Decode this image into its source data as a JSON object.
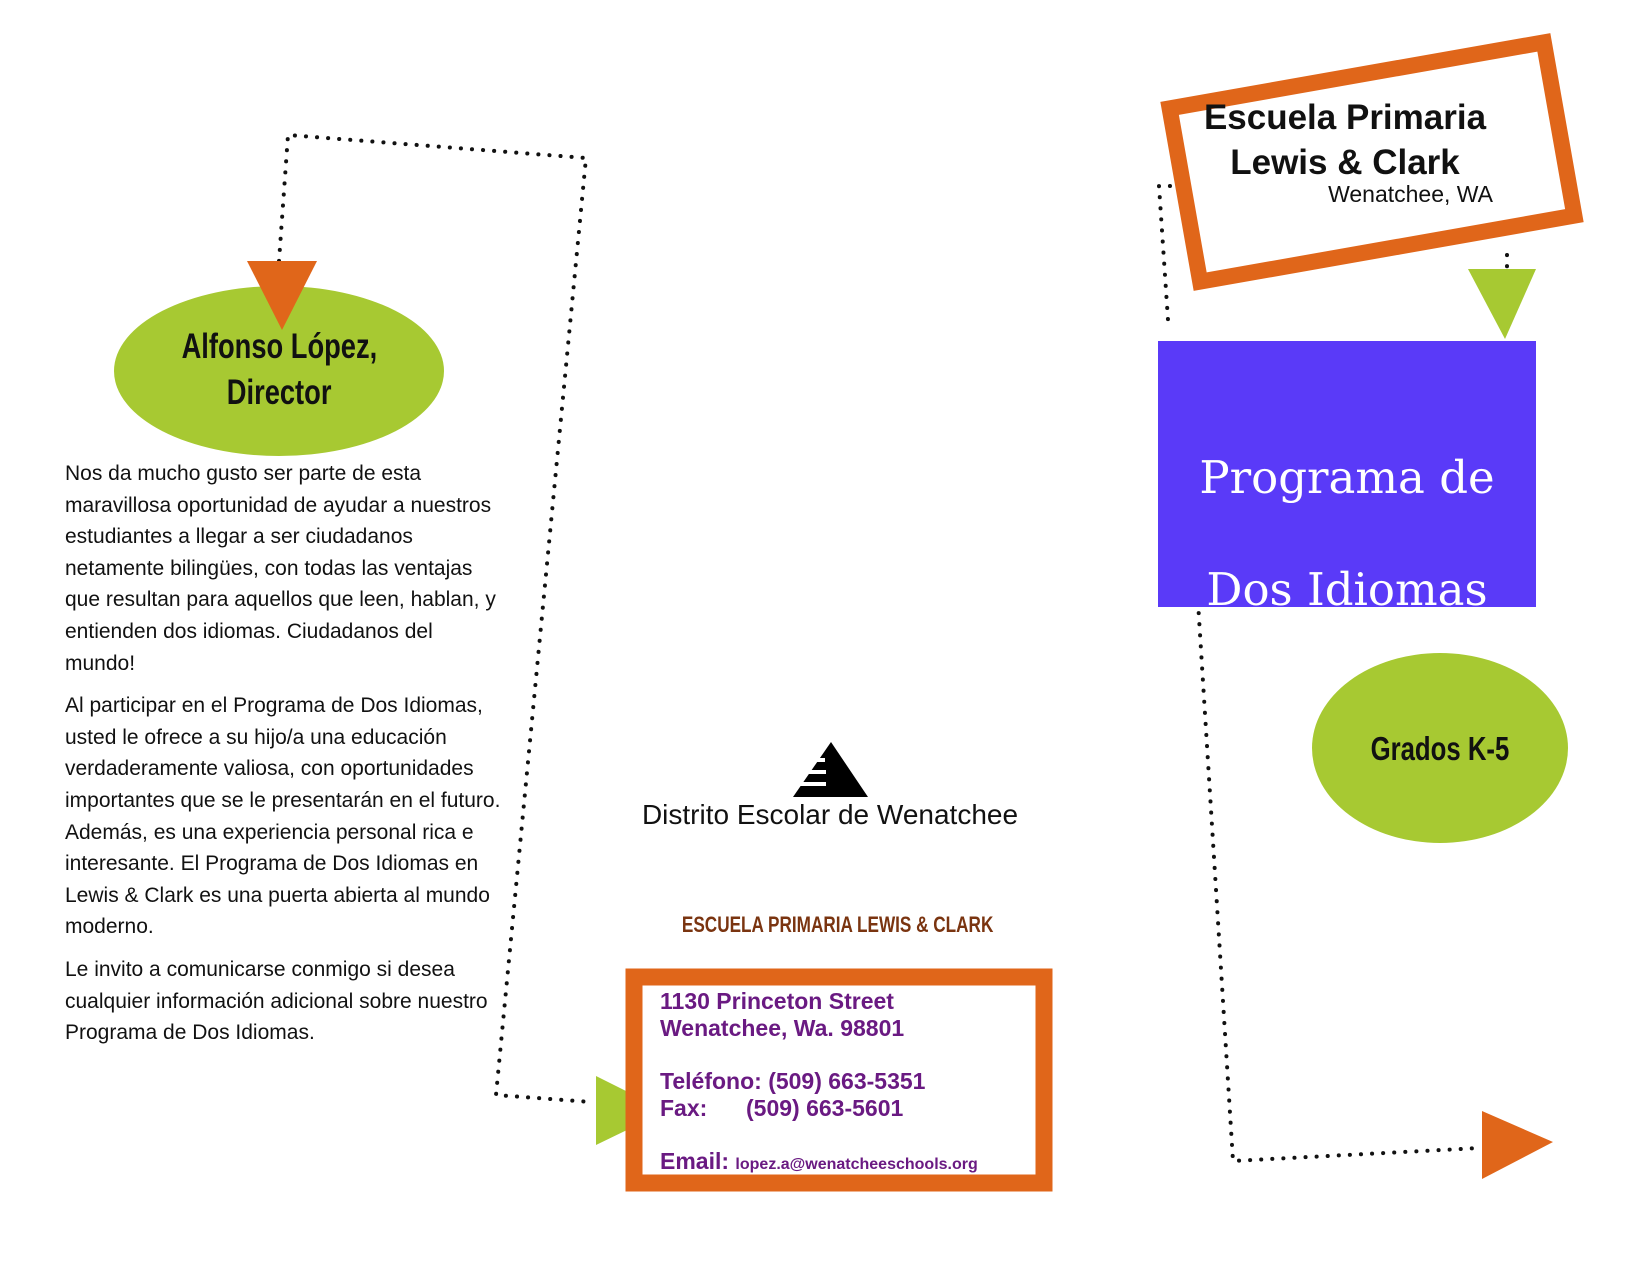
{
  "colors": {
    "orange": "#e0661a",
    "green": "#a7c932",
    "purple": "#5a3af8",
    "address": "#6a1a82",
    "heading_brown": "#7a3410"
  },
  "director": {
    "name_line1": "Alfonso López,",
    "name_line2": "Director"
  },
  "letter": {
    "paragraphs": [
      "Nos da mucho gusto ser parte de esta maravillosa oportunidad de ayudar a nuestros estudiantes a llegar a ser ciudadanos netamente bilingües, con todas las ventajas que resultan para aquellos que leen, hablan, y entienden dos idiomas. Ciudadanos del mundo!",
      "Al participar en el Programa de Dos Idiomas, usted le ofrece a su hijo/a una educación verdaderamente valiosa, con oportunidades importantes que se le presentarán en el futuro.  Además, es una experiencia personal rica e interesante.  El Programa de Dos Idiomas en Lewis & Clark es una puerta abierta al mundo moderno.",
      "Le invito a comunicarse conmigo si desea cualquier información adicional sobre nuestro Programa de Dos Idiomas."
    ]
  },
  "district": {
    "name": "Distrito Escolar de Wenatchee",
    "logo_icon": "pyramid-logo-icon"
  },
  "contact": {
    "heading": "ESCUELA PRIMARIA LEWIS & CLARK",
    "street": "1130 Princeton Street",
    "city": "Wenatchee, Wa. 98801",
    "phone_label": "Teléfono:",
    "phone": "(509) 663-5351",
    "fax_label": "Fax:",
    "fax": "(509) 663-5601",
    "email_label": "Email:",
    "email": "lopez.a@wenatcheeschools.org"
  },
  "cover": {
    "school_line1": "Escuela Primaria",
    "school_line2": "Lewis & Clark",
    "city": "Wenatchee, WA",
    "program_line1": "Programa de",
    "program_line2": "Dos Idiomas",
    "grades": "Grados K-5"
  }
}
